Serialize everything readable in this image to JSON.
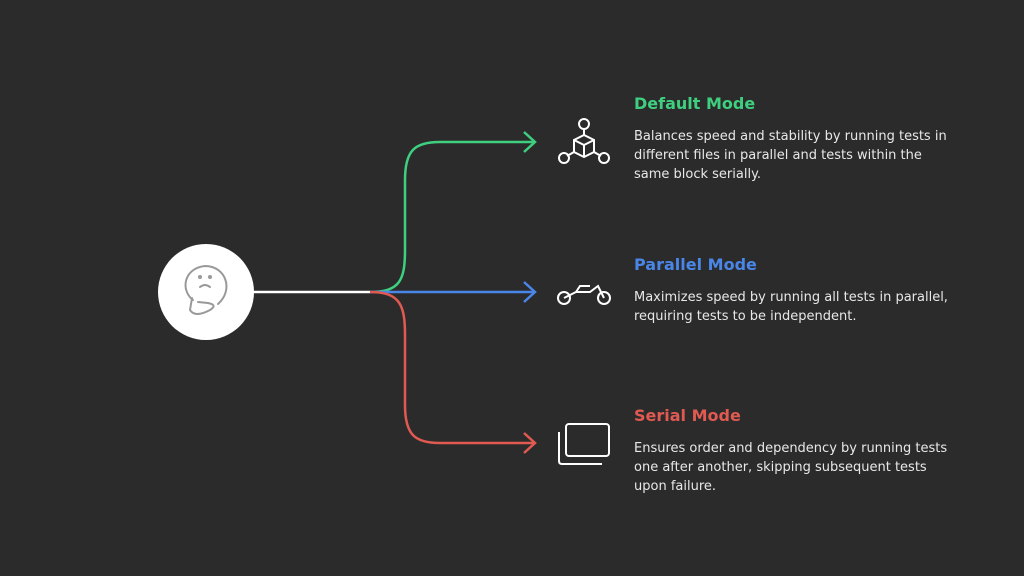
{
  "colors": {
    "default": "#3ecf7f",
    "parallel": "#4a86e8",
    "serial": "#e05a52"
  },
  "center": {
    "icon": "thinking-face-icon"
  },
  "modes": [
    {
      "title": "Default Mode",
      "icon": "network-cube-icon",
      "description": "Balances speed and stability by running tests in different files in parallel and tests within the same block serially."
    },
    {
      "title": "Parallel Mode",
      "icon": "motorcycle-icon",
      "description": "Maximizes speed by running all tests in parallel, requiring tests to be independent."
    },
    {
      "title": "Serial Mode",
      "icon": "stacked-pages-icon",
      "description": "Ensures order and dependency by running tests one after another, skipping subsequent tests upon failure."
    }
  ]
}
